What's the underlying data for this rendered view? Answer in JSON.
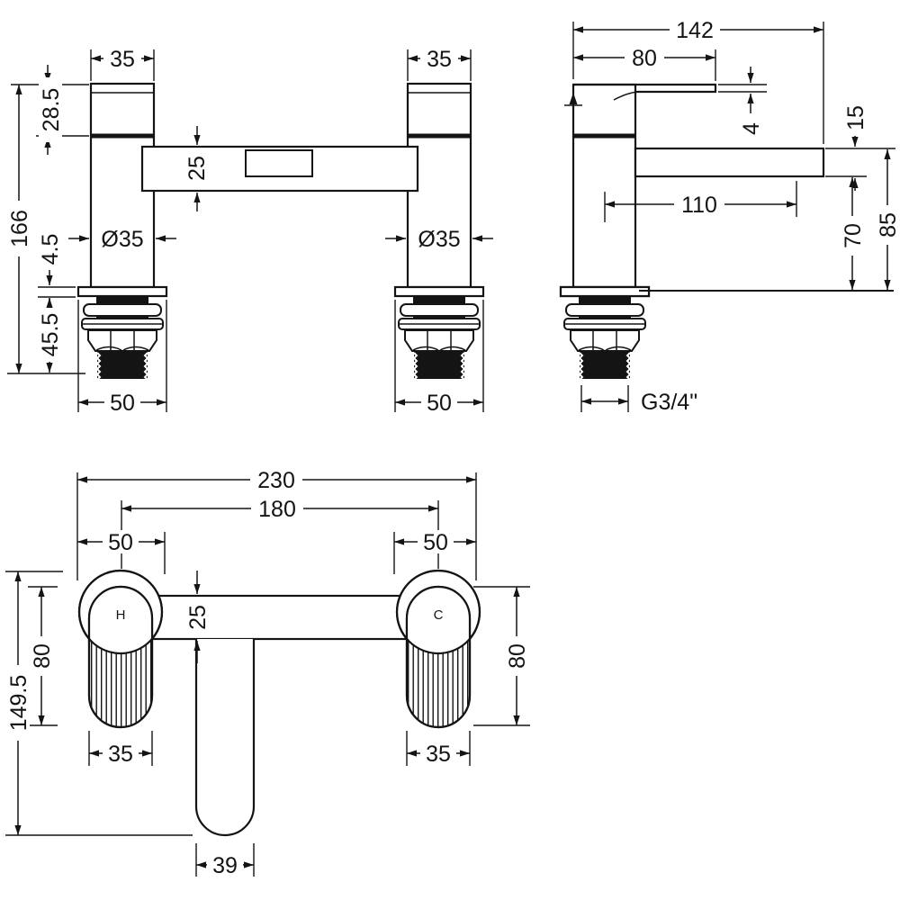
{
  "front_view": {
    "top_width_left": "35",
    "top_width_right": "35",
    "upper_height": "28.5",
    "overall_height": "166",
    "bar_thickness": "25",
    "body_dia_left": "Ø35",
    "body_dia_right": "Ø35",
    "flange_thickness": "4.5",
    "tail_length": "45.5",
    "flange_width_left": "50",
    "flange_width_right": "50"
  },
  "side_view": {
    "overall_depth": "142",
    "handle_depth": "80",
    "lever_thickness": "4",
    "spout_thickness": "15",
    "spout_reach": "110",
    "spout_clearance": "70",
    "spout_height": "85",
    "thread_size": "G3/4\""
  },
  "plan_view": {
    "overall_width": "230",
    "tap_centres": "180",
    "escutcheon_left": "50",
    "escutcheon_right": "50",
    "bar_width": "25",
    "handle_length_left": "80",
    "handle_length_right": "80",
    "overall_length": "149.5",
    "handle_width_left": "35",
    "handle_width_right": "35",
    "spout_width": "39",
    "hot_label": "H",
    "cold_label": "C"
  },
  "colors": {
    "line": "#141414",
    "paper": "#ffffff"
  }
}
